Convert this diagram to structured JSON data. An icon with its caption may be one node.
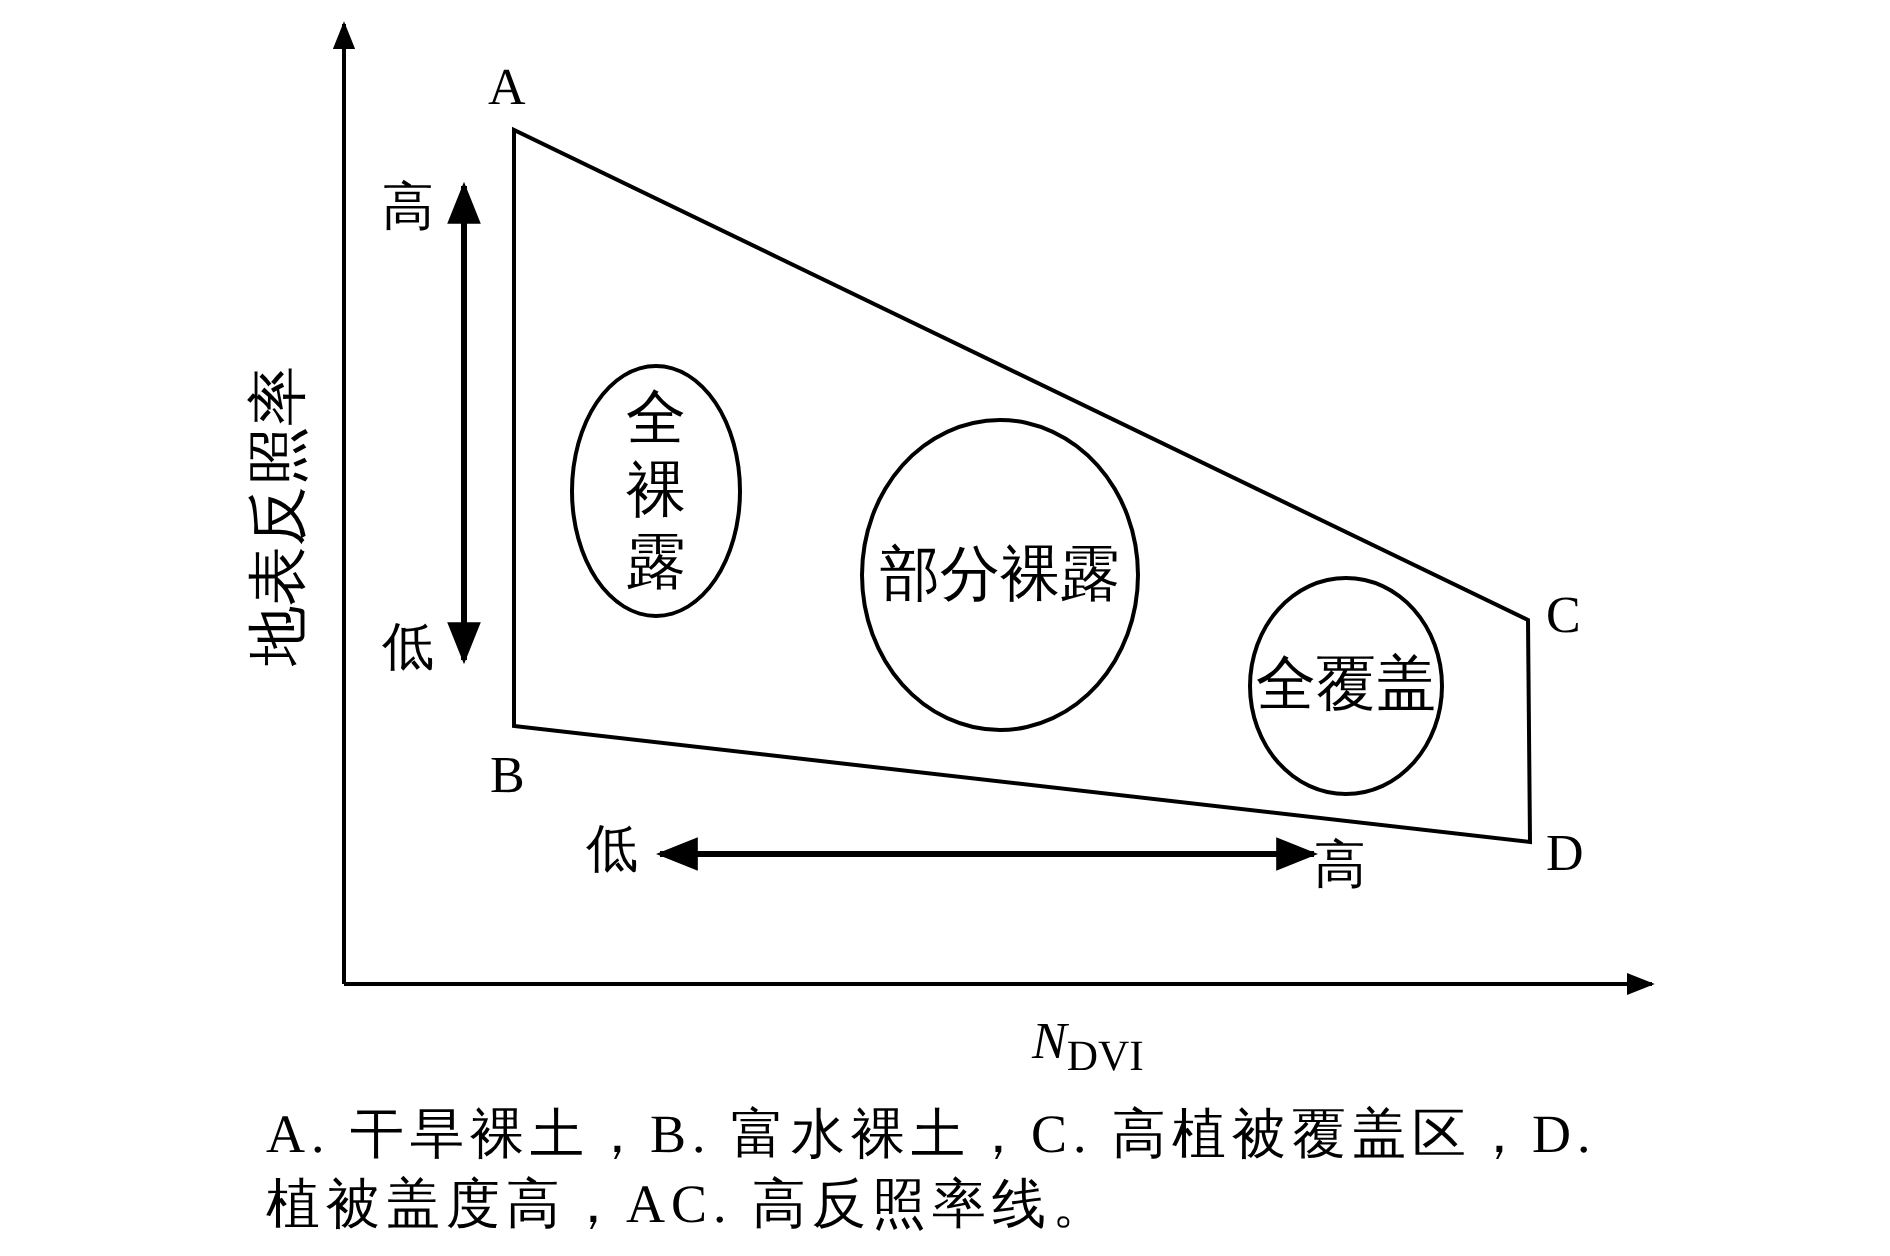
{
  "diagram": {
    "caption": "A. 干旱裸土，B. 富水裸土，C. 高植被覆盖区，D. 植被盖度高，AC. 高反照率线。",
    "nodes": [
      {
        "text": [],
        "shape": "trapezoid"
      },
      {
        "text": [
          "全裸露"
        ],
        "in": 0
      },
      {
        "text": [
          "部分裸露"
        ],
        "in": 0
      },
      {
        "text": [
          "全覆盖"
        ],
        "in": 0
      }
    ],
    "labels": [
      "A",
      "B",
      "C",
      "D",
      "高",
      "低",
      "低",
      "高",
      "地表反照率",
      "*N*$_{DVI}$"
    ]
  }
}
